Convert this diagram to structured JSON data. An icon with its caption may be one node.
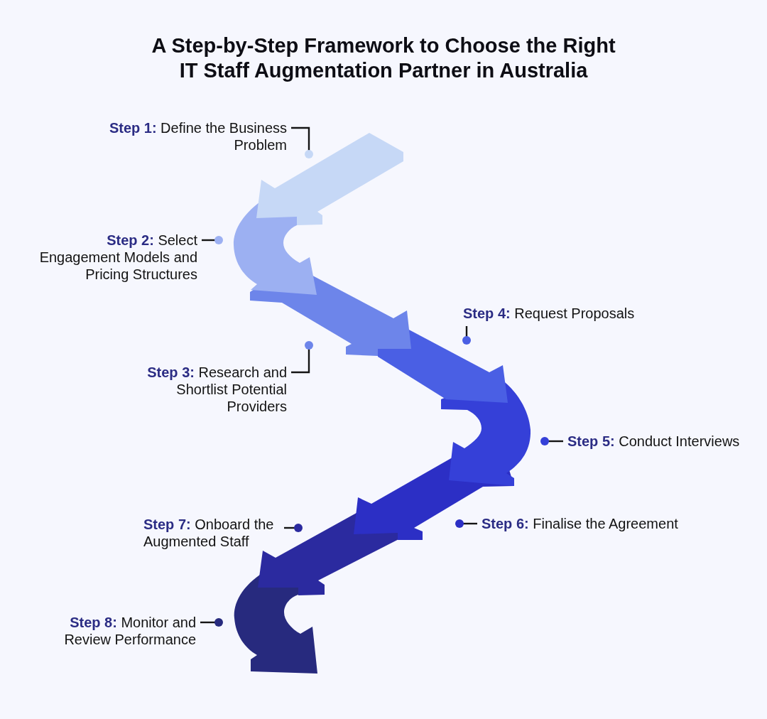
{
  "diagram": {
    "title": "A Step-by-Step Framework to Choose the Right IT Staff Augmentation Partner in Australia",
    "nodes": [
      {
        "text": [
          "**Step 1:** Define the Business Problem"
        ]
      },
      {
        "text": [
          "**Step 2:** Select Engagement Models and Pricing Structures"
        ]
      },
      {
        "text": [
          "**Step 3:** Research and Shortlist Potential Providers"
        ]
      },
      {
        "text": [
          "**Step 4:** Request Proposals"
        ]
      },
      {
        "text": [
          "**Step 5:** Conduct Interviews"
        ]
      },
      {
        "text": [
          "**Step 6:** Finalise the Agreement"
        ]
      },
      {
        "text": [
          "**Step 7:** Onboard the Augmented Staff"
        ]
      },
      {
        "text": [
          "**Step 8:** Monitor and Review Performance"
        ]
      }
    ],
    "edges": [
      {
        "from": 0,
        "to": null,
        "arrow": "other"
      },
      {
        "from": 1,
        "to": null,
        "arrow": "other"
      },
      {
        "from": 2,
        "to": null,
        "arrow": "other"
      },
      {
        "from": 3,
        "to": null,
        "arrow": "other"
      },
      {
        "from": 4,
        "to": null,
        "arrow": "other"
      },
      {
        "from": 5,
        "to": null,
        "arrow": "other"
      },
      {
        "from": 6,
        "to": null,
        "arrow": "other"
      },
      {
        "from": 7,
        "to": null,
        "arrow": "other"
      }
    ]
  }
}
